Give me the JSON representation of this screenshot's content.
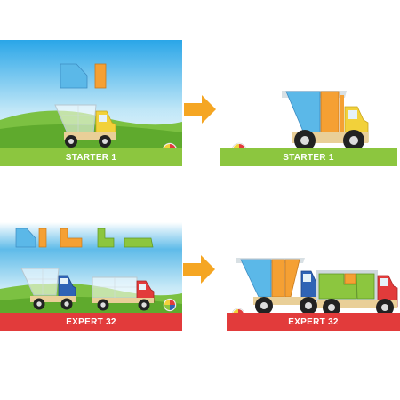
{
  "cards": {
    "starter_challenge": {
      "label": "STARTER 1"
    },
    "starter_solution": {
      "label": "STARTER 1"
    },
    "expert_challenge": {
      "label": "EXPERT 32"
    },
    "expert_solution": {
      "label": "EXPERT 32"
    }
  },
  "colors": {
    "starter_banner": "#8cc63f",
    "expert_banner": "#e23b3b",
    "arrow": "#f5a623",
    "piece_blue": "#5bb8e8",
    "piece_orange": "#f5a033",
    "piece_green": "#8cc63f",
    "cab_yellow": "#f2d13a",
    "cab_blue": "#2f63b5",
    "cab_red": "#e23b3b"
  },
  "icons": [
    "smartgames-logo-icon",
    "arrow-right-icon",
    "truck-icon"
  ]
}
